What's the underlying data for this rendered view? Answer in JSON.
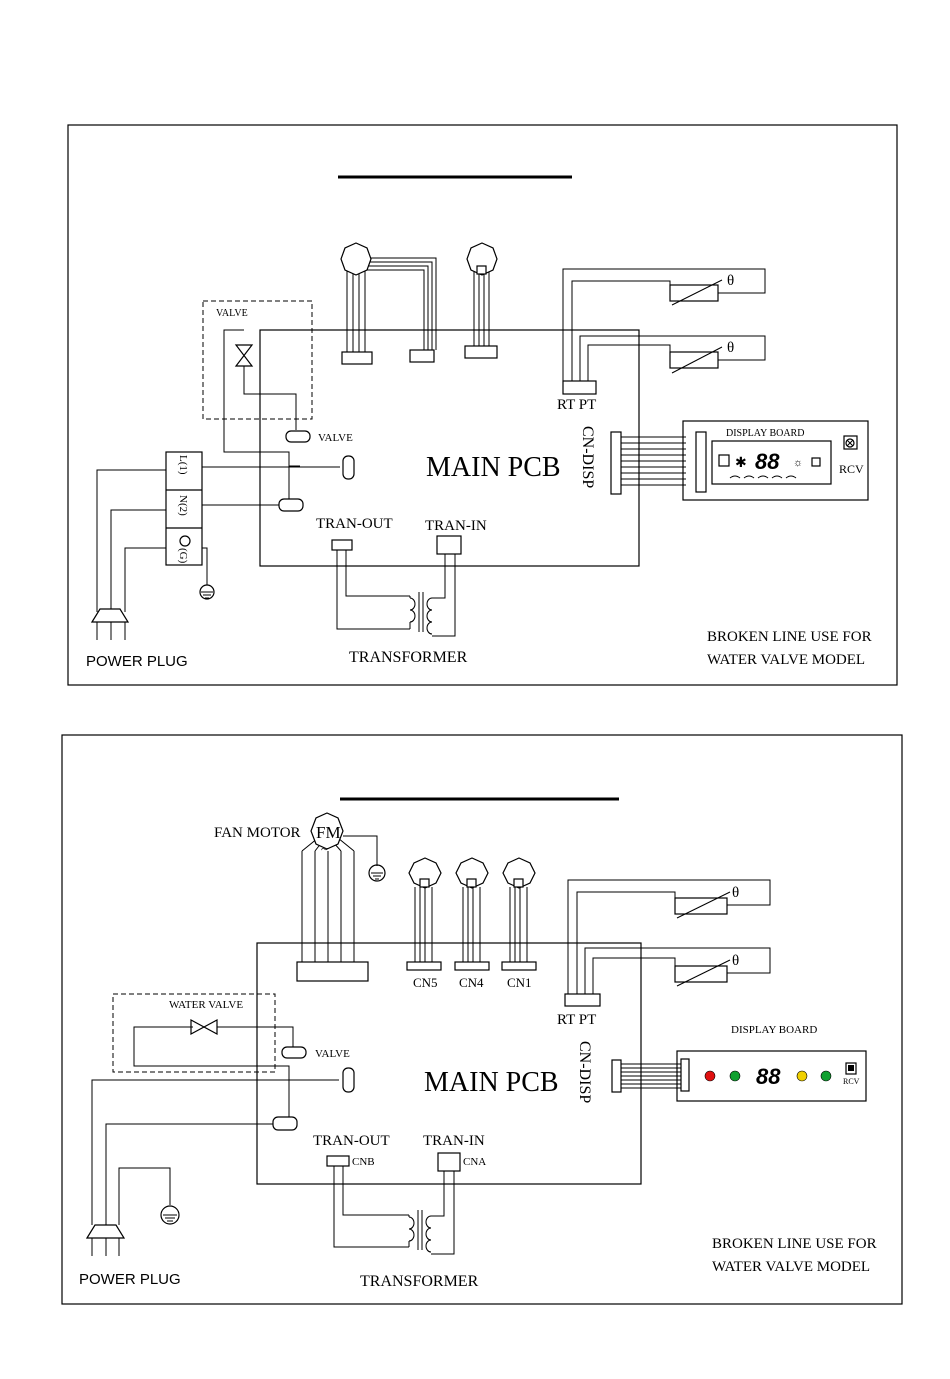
{
  "diagrams": [
    {
      "pcb": "MAIN PCB",
      "valve_box": "VALVE",
      "valve_connector": "VALVE",
      "rt_pt": "RT PT",
      "cn_disp": "CN-DISP",
      "tran_out": "TRAN-OUT",
      "tran_in": "TRAN-IN",
      "transformer": "TRANSFORMER",
      "power_plug": "POWER PLUG",
      "display_board": "DISPLAY BOARD",
      "rcv": "RCV",
      "display_digits": "88",
      "sensor_symbol": "θ",
      "terminals": [
        "L(1)",
        "N(2)",
        "(G)"
      ],
      "note_line1": "BROKEN LINE USE FOR",
      "note_line2": "WATER VALVE MODEL"
    },
    {
      "pcb": "MAIN PCB",
      "fan_motor": "FAN MOTOR",
      "fm": "FM",
      "fm_wave": "~",
      "valve_box": "WATER VALVE",
      "valve_connector": "VALVE",
      "connectors": [
        "CN5",
        "CN4",
        "CN1"
      ],
      "rt_pt": "RT PT",
      "cn_disp": "CN-DISP",
      "tran_out": "TRAN-OUT",
      "tran_in": "TRAN-IN",
      "cnb": "CNB",
      "cna": "CNA",
      "transformer": "TRANSFORMER",
      "power_plug": "POWER PLUG",
      "display_board": "DISPLAY BOARD",
      "rcv": "RCV",
      "display_digits": "88",
      "sensor_symbol": "θ",
      "led_colors": [
        "#e01010",
        "#10a030",
        "#f0d000",
        "#10a030"
      ],
      "note_line1": "BROKEN LINE USE FOR",
      "note_line2": "WATER VALVE MODEL"
    }
  ]
}
